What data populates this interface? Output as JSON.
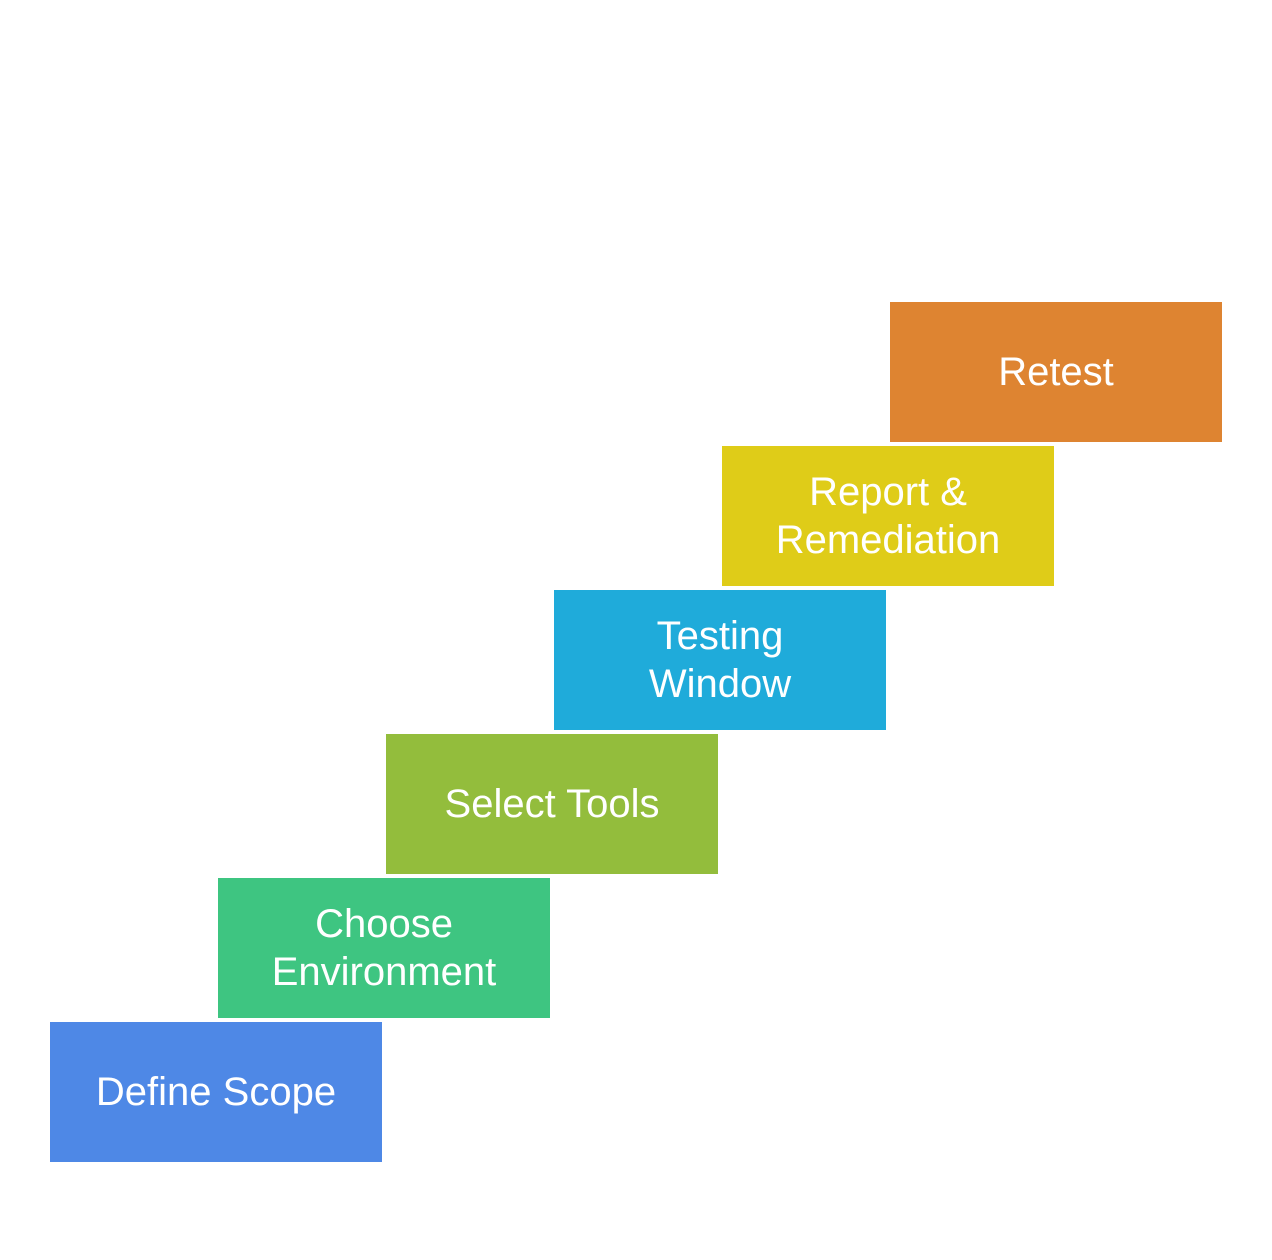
{
  "steps": [
    {
      "label": "Define Scope",
      "color": "#4e88e6"
    },
    {
      "label": "Choose\nEnvironment",
      "color": "#3ec581"
    },
    {
      "label": "Select Tools",
      "color": "#93bd3c"
    },
    {
      "label": "Testing\nWindow",
      "color": "#1fabda"
    },
    {
      "label": "Report &\nRemediation",
      "color": "#dfcc18"
    },
    {
      "label": "Retest",
      "color": "#de8431"
    }
  ]
}
